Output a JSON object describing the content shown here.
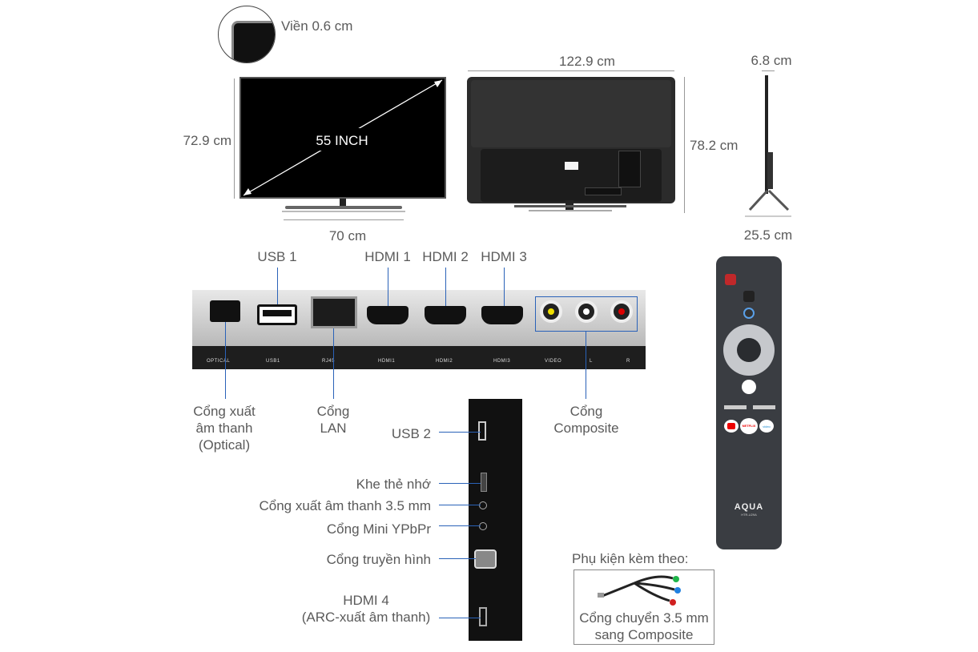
{
  "dimensions": {
    "bezel": "Viền 0.6 cm",
    "front_height": "72.9 cm",
    "screen_size": "55 INCH",
    "stand_width": "70 cm",
    "back_width": "122.9 cm",
    "back_height": "78.2 cm",
    "side_depth": "6.8 cm",
    "stand_depth": "25.5 cm"
  },
  "rear_ports": {
    "top_labels": [
      "USB 1",
      "HDMI 1",
      "HDMI 2",
      "HDMI 3"
    ],
    "optical": "Cổng xuất\nâm thanh\n(Optical)",
    "lan": "Cổng\nLAN",
    "composite": "Cổng\nComposite",
    "panel_markings": [
      "OPTICAL",
      "USB1",
      "RJ45",
      "HDMI1",
      "HDMI2",
      "HDMI3",
      "VIDEO",
      "L",
      "R"
    ]
  },
  "side_ports": {
    "usb2": "USB 2",
    "card_slot": "Khe thẻ nhớ",
    "audio_35": "Cổng xuất âm thanh 3.5 mm",
    "mini_ypbpr": "Cổng Mini YPbPr",
    "antenna": "Cổng truyền hình",
    "hdmi4": "HDMI 4\n(ARC-xuất âm thanh)"
  },
  "accessory": {
    "heading": "Phụ kiện kèm theo:",
    "caption": "Cổng chuyển 3.5 mm\nsang Composite"
  },
  "remote": {
    "brand": "AQUA",
    "model": "HTR-U29A",
    "netflix": "NETFLIX",
    "video": "video"
  },
  "colors": {
    "leader_line": "#2a62b8",
    "tv_body": "#1a1a1a",
    "panel_gray": "#c8c8c8"
  }
}
